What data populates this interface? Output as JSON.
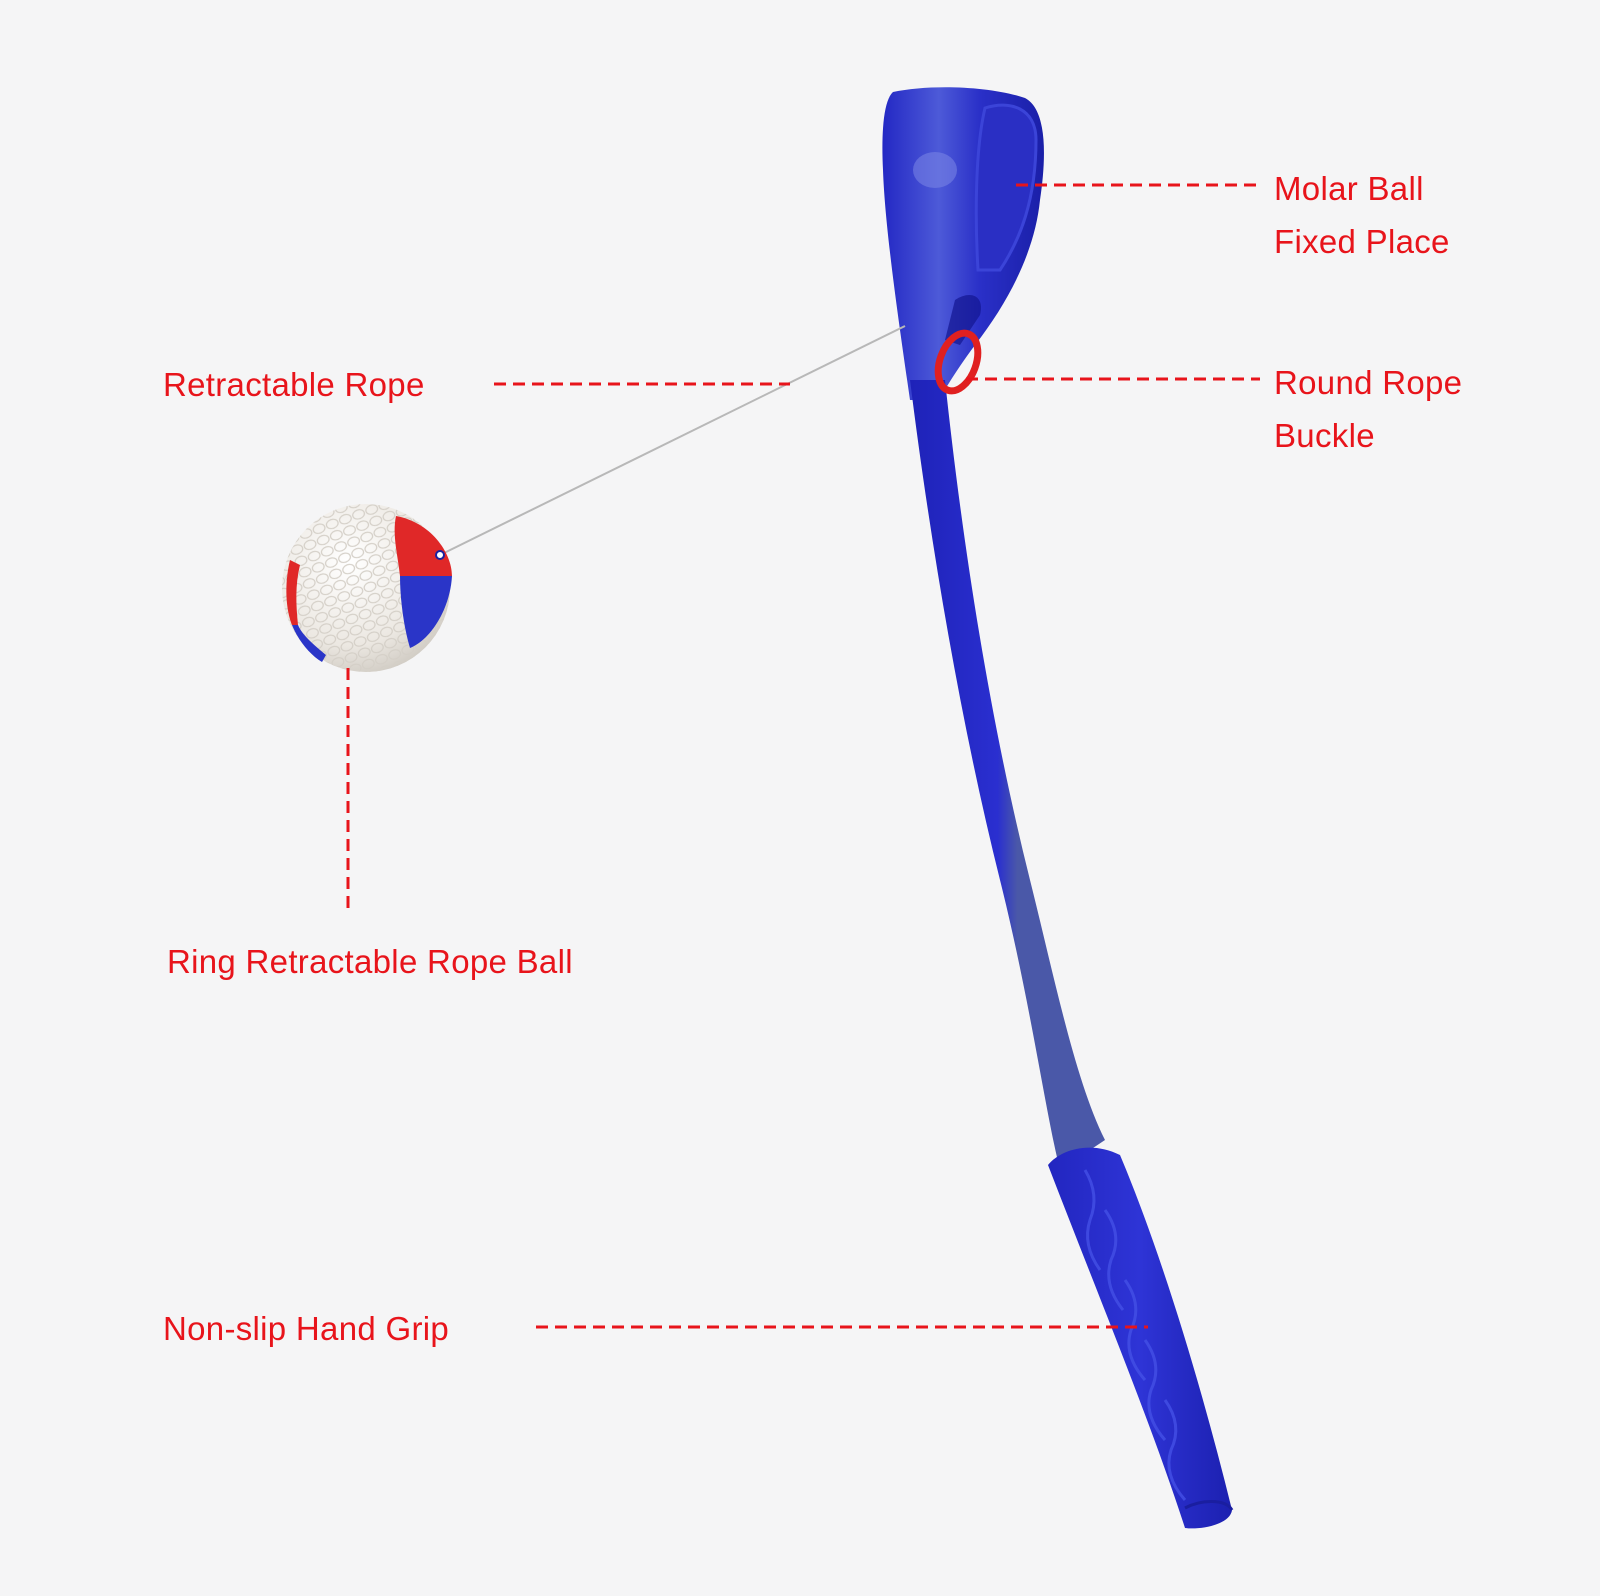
{
  "diagram": {
    "subject": "Dog ball launcher with retractable rope ball",
    "colors": {
      "background": "#f5f5f6",
      "label_text": "#e8141b",
      "leader_line": "#e8141b",
      "launcher_blue": "#2a2fc8",
      "launcher_blue_light": "#4a5aa8",
      "ball_white": "#f2f0ec",
      "ball_red": "#e02828",
      "ball_blue": "#2a35c8",
      "rope": "#b8b8b8",
      "rope_buckle": "#e02020"
    },
    "labels": {
      "molar_ball": {
        "line1": "Molar Ball",
        "line2": "Fixed Place"
      },
      "round_rope_buckle": {
        "line1": "Round Rope",
        "line2": "Buckle"
      },
      "retractable_rope": {
        "text": "Retractable Rope"
      },
      "ring_ball": {
        "text": "Ring Retractable Rope Ball"
      },
      "hand_grip": {
        "text": "Non-slip Hand Grip"
      }
    }
  }
}
